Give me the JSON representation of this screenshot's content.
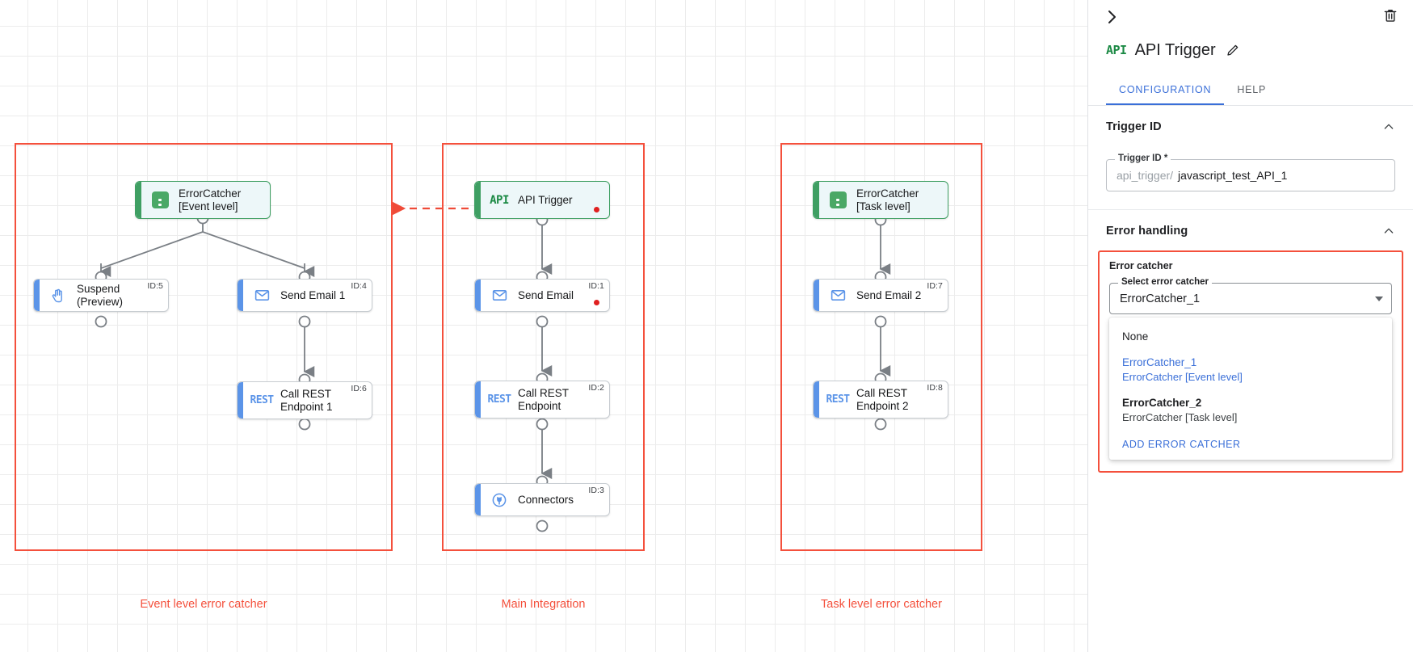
{
  "canvas": {
    "groups": [
      {
        "id": "event-level",
        "label": "Event level error catcher"
      },
      {
        "id": "main",
        "label": "Main Integration"
      },
      {
        "id": "task-level",
        "label": "Task level error catcher"
      }
    ],
    "nodes": [
      {
        "key": "errorcatcher_event",
        "label": "ErrorCatcher\n[Event level]",
        "icon": "error-catcher-icon",
        "id_badge": "",
        "accent": "green",
        "error": false
      },
      {
        "key": "suspend",
        "label": "Suspend\n(Preview)",
        "icon": "hand-icon",
        "id_badge": "ID:5",
        "accent": "blue",
        "error": false
      },
      {
        "key": "send_email_1",
        "label": "Send Email 1",
        "icon": "envelope-icon",
        "id_badge": "ID:4",
        "accent": "blue",
        "error": false
      },
      {
        "key": "call_rest_1",
        "label": "Call REST\nEndpoint 1",
        "icon": "rest-icon",
        "id_badge": "ID:6",
        "accent": "blue",
        "error": false
      },
      {
        "key": "api_trigger",
        "label": "API Trigger",
        "icon": "api-icon",
        "id_badge": "",
        "accent": "green",
        "error": true
      },
      {
        "key": "send_email",
        "label": "Send Email",
        "icon": "envelope-icon",
        "id_badge": "ID:1",
        "accent": "blue",
        "error": true
      },
      {
        "key": "call_rest",
        "label": "Call REST\nEndpoint",
        "icon": "rest-icon",
        "id_badge": "ID:2",
        "accent": "blue",
        "error": false
      },
      {
        "key": "connectors",
        "label": "Connectors",
        "icon": "connector-icon",
        "id_badge": "ID:3",
        "accent": "blue",
        "error": false
      },
      {
        "key": "errorcatcher_task",
        "label": "ErrorCatcher\n[Task level]",
        "icon": "error-catcher-icon",
        "id_badge": "",
        "accent": "green",
        "error": false
      },
      {
        "key": "send_email_2",
        "label": "Send Email 2",
        "icon": "envelope-icon",
        "id_badge": "ID:7",
        "accent": "blue",
        "error": false
      },
      {
        "key": "call_rest_2",
        "label": "Call REST\nEndpoint 2",
        "icon": "rest-icon",
        "id_badge": "ID:8",
        "accent": "blue",
        "error": false
      }
    ],
    "colors": {
      "group_border": "#f4503c",
      "node_green": "#3f9f63",
      "node_blue": "#5b94e8",
      "error_dot": "#e02020",
      "wire": "#7a7f85"
    }
  },
  "panel": {
    "title": "API Trigger",
    "title_icon": "API",
    "collapse_icon": "chevron-right-icon",
    "delete_icon": "trash-icon",
    "edit_icon": "pencil-icon",
    "tabs": [
      {
        "label": "CONFIGURATION",
        "active": true
      },
      {
        "label": "HELP",
        "active": false
      }
    ],
    "trigger_id_section": {
      "heading": "Trigger ID",
      "field_legend": "Trigger ID *",
      "prefix": "api_trigger/",
      "value": "javascript_test_API_1"
    },
    "error_handling_section": {
      "heading": "Error handling",
      "error_catcher_label": "Error catcher",
      "select_legend": "Select error catcher",
      "selected_value": "ErrorCatcher_1",
      "options": [
        {
          "title": "None",
          "subtitle": "",
          "selected": false,
          "bold": false
        },
        {
          "title": "ErrorCatcher_1",
          "subtitle": "ErrorCatcher [Event level]",
          "selected": true,
          "bold": false
        },
        {
          "title": "ErrorCatcher_2",
          "subtitle": "ErrorCatcher [Task level]",
          "selected": false,
          "bold": true
        }
      ],
      "add_label": "ADD ERROR CATCHER"
    },
    "accent_color": "#3a6fd8"
  }
}
